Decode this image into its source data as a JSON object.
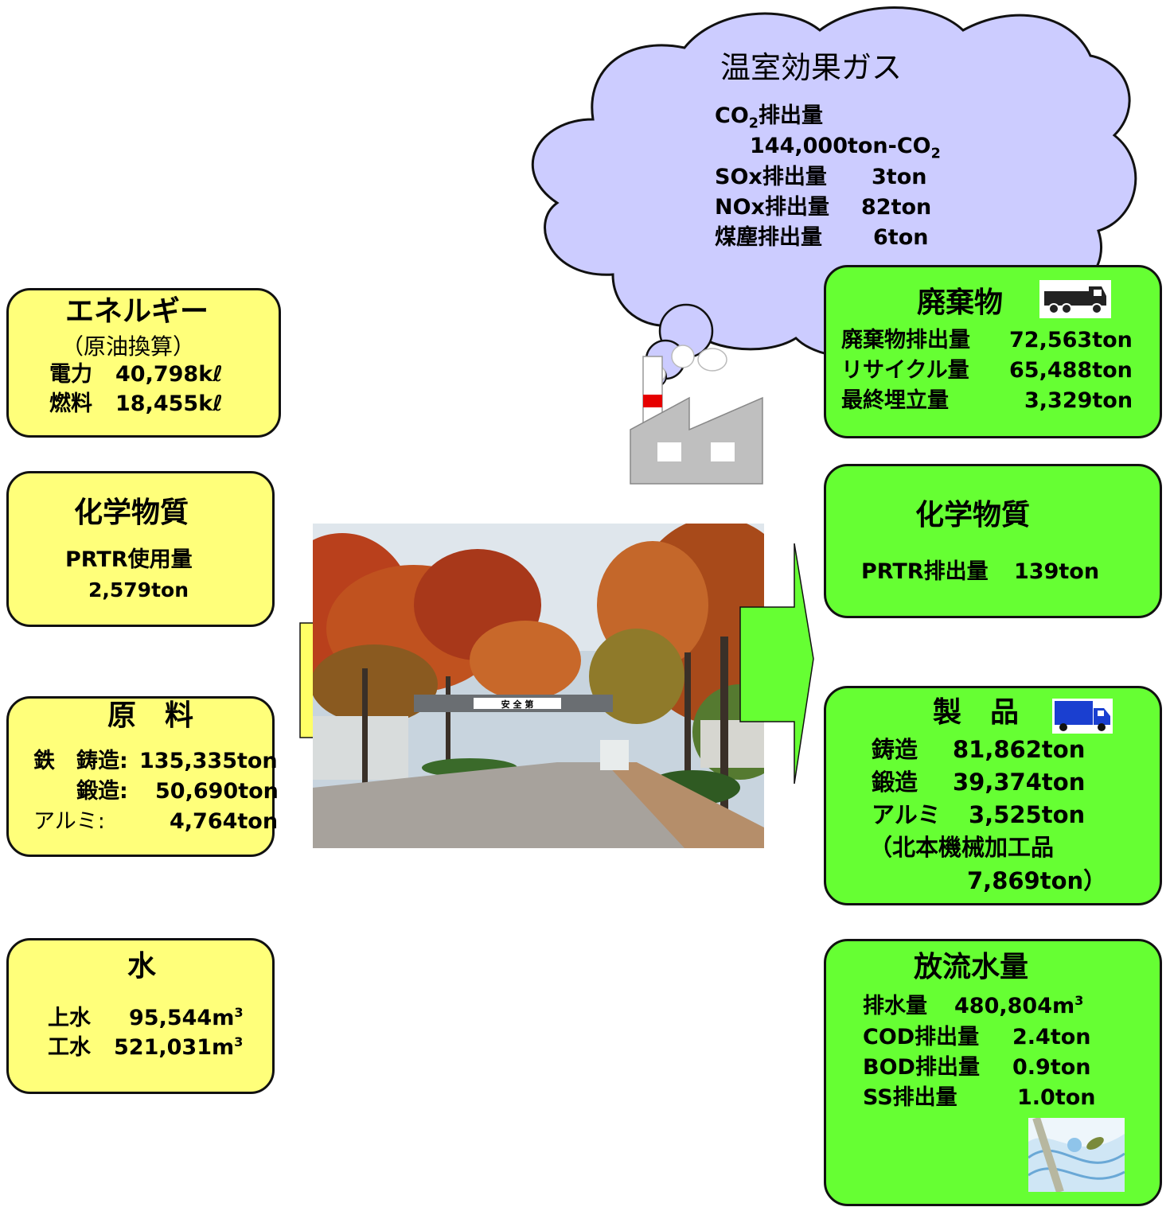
{
  "ghg": {
    "title": "温室効果ガス",
    "co2_label_pre": "CO",
    "co2_label_sub": "2",
    "co2_label_post": "排出量",
    "co2_value_pre": "144,000ton-CO",
    "co2_value_sub": "2",
    "sox": "SOx排出量",
    "sox_value": "3ton",
    "nox": "NOx排出量",
    "nox_value": "82ton",
    "soot": "煤塵排出量",
    "soot_value": "6ton"
  },
  "energy": {
    "title": "エネルギー",
    "subtitle": "（原油換算）",
    "rows": [
      {
        "label": "電力",
        "value": "40,798kℓ"
      },
      {
        "label": "燃料",
        "value": "18,455kℓ"
      }
    ]
  },
  "chem_in": {
    "title": "化学物質",
    "label": "PRTR使用量",
    "value": "2,579ton"
  },
  "raw": {
    "title": "原　料",
    "iron": "鉄",
    "casting": "鋳造:",
    "casting_value": "135,335ton",
    "forging": "鍛造:",
    "forging_value": "50,690ton",
    "aluminum": "アルミ:",
    "aluminum_value": "4,764ton"
  },
  "water_in": {
    "title": "水",
    "rows": [
      {
        "label": "上水",
        "value": "95,544m",
        "sup": "3"
      },
      {
        "label": "工水",
        "value": "521,031m",
        "sup": "3"
      }
    ]
  },
  "waste": {
    "title": "廃棄物",
    "rows": [
      {
        "label": "廃棄物排出量",
        "value": "72,563ton"
      },
      {
        "label": "リサイクル量",
        "value": "65,488ton"
      },
      {
        "label": "最終埋立量",
        "value": "3,329ton"
      }
    ]
  },
  "chem_out": {
    "title": "化学物質",
    "label": "PRTR排出量",
    "value": "139ton"
  },
  "product": {
    "title": "製　品",
    "rows": [
      {
        "label": "鋳造",
        "value": "81,862ton"
      },
      {
        "label": "鍛造",
        "value": "39,374ton"
      },
      {
        "label": "アルミ",
        "value": "3,525ton"
      }
    ],
    "note1": "（北本機械加工品",
    "note2": "7,869ton）"
  },
  "discharge": {
    "title": "放流水量",
    "drain_label": "排水量",
    "drain_value": "480,804m",
    "drain_sup": "3",
    "rows": [
      {
        "label": "COD排出量",
        "value": "2.4ton"
      },
      {
        "label": "BOD排出量",
        "value": "0.9ton"
      },
      {
        "label": "SS排出量",
        "value": "1.0ton"
      }
    ]
  },
  "sign_text": "安 全 第",
  "colors": {
    "input_box": "#ffff7a",
    "output_box": "#66ff33",
    "cloud": "#ccccff",
    "truck_blue": "#1a3fd0"
  }
}
